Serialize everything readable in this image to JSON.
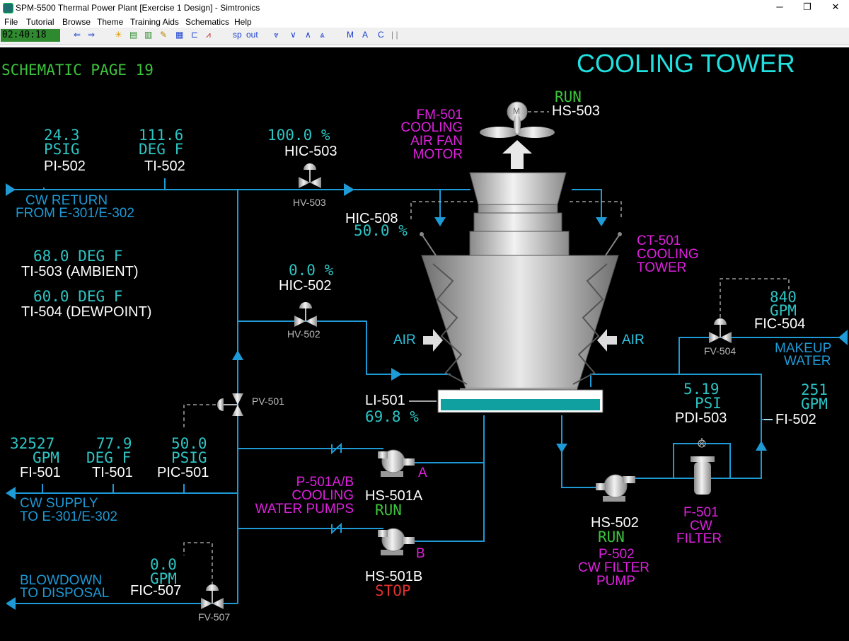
{
  "window": {
    "title": "SPM-5500 Thermal Power Plant [Exercise 1 Design] - Simtronics"
  },
  "menu": [
    "File",
    "Tutorial",
    "Browse",
    "Theme",
    "Training Aids",
    "Schematics",
    "Help"
  ],
  "toolbar": {
    "clock": "02:40:18",
    "sp_label": "sp",
    "out_label": "out",
    "m_label": "M",
    "a_label": "A",
    "c_label": "C"
  },
  "schematic": {
    "page_label": "SCHEMATIC PAGE 19",
    "title": "COOLING TOWER",
    "pi502": {
      "value": "24.3",
      "units": "PSIG",
      "tag": "PI-502"
    },
    "ti502": {
      "value": "111.6",
      "units": "DEG F",
      "tag": "TI-502"
    },
    "hic503": {
      "value": "100.0 %",
      "tag": "HIC-503",
      "valve": "HV-503"
    },
    "cw_return": {
      "line1": "CW RETURN",
      "line2": "FROM E-301/E-302"
    },
    "fm501": {
      "status": "RUN",
      "tag": "HS-503",
      "motor": "M",
      "name1": "FM-501",
      "name2": "COOLING",
      "name3": "AIR FAN",
      "name4": "MOTOR"
    },
    "hic508": {
      "tag": "HIC-508",
      "value": "50.0 %"
    },
    "ti503": {
      "value": "68.0 DEG F",
      "tag": "TI-503 (AMBIENT)"
    },
    "ti504": {
      "value": "60.0 DEG F",
      "tag": "TI-504 (DEWPOINT)"
    },
    "hic502": {
      "value": "0.0 %",
      "tag": "HIC-502",
      "valve": "HV-502"
    },
    "ct501": {
      "name1": "CT-501",
      "name2": "COOLING",
      "name3": "TOWER"
    },
    "air_left": "AIR",
    "air_right": "AIR",
    "fic504": {
      "value": "840",
      "units": "GPM",
      "tag": "FIC-504",
      "valve": "FV-504"
    },
    "makeup": {
      "line1": "MAKEUP",
      "line2": "WATER"
    },
    "pv501": "PV-501",
    "li501": {
      "tag": "LI-501",
      "value": "69.8 %",
      "level_fraction": 0.698
    },
    "pdi503": {
      "value": "5.19",
      "units": "PSI",
      "tag": "PDI-503"
    },
    "fi502": {
      "value": "251",
      "units": "GPM",
      "tag": "FI-502"
    },
    "fi501": {
      "value": "32527",
      "units": "GPM",
      "tag": "FI-501"
    },
    "ti501": {
      "value": "77.9",
      "units": "DEG F",
      "tag": "TI-501"
    },
    "pic501": {
      "value": "50.0",
      "units": "PSIG",
      "tag": "PIC-501"
    },
    "pumps": {
      "name1": "P-501A/B",
      "name2": "COOLING",
      "name3": "WATER PUMPS",
      "a_letter": "A",
      "a_switch": "HS-501A",
      "a_status": "RUN",
      "b_letter": "B",
      "b_switch": "HS-501B",
      "b_status": "STOP"
    },
    "cw_supply": {
      "line1": "CW SUPPLY",
      "line2": "TO E-301/E-302"
    },
    "p502": {
      "switch": "HS-502",
      "status": "RUN",
      "name1": "P-502",
      "name2": "CW FILTER",
      "name3": "PUMP"
    },
    "f501": {
      "name1": "F-501",
      "name2": "CW",
      "name3": "FILTER"
    },
    "fic507": {
      "value": "0.0",
      "units": "GPM",
      "tag": "FIC-507",
      "valve": "FV-507"
    },
    "blowdown": {
      "line1": "BLOWDOWN",
      "line2": "TO DISPOSAL"
    }
  },
  "colors": {
    "background": "#000000",
    "pipe": "#1e9ad6",
    "value": "#2ec4c4",
    "label": "#e020e0",
    "run": "#3cc43c",
    "stop": "#e03030",
    "title": "#20e0e0"
  }
}
